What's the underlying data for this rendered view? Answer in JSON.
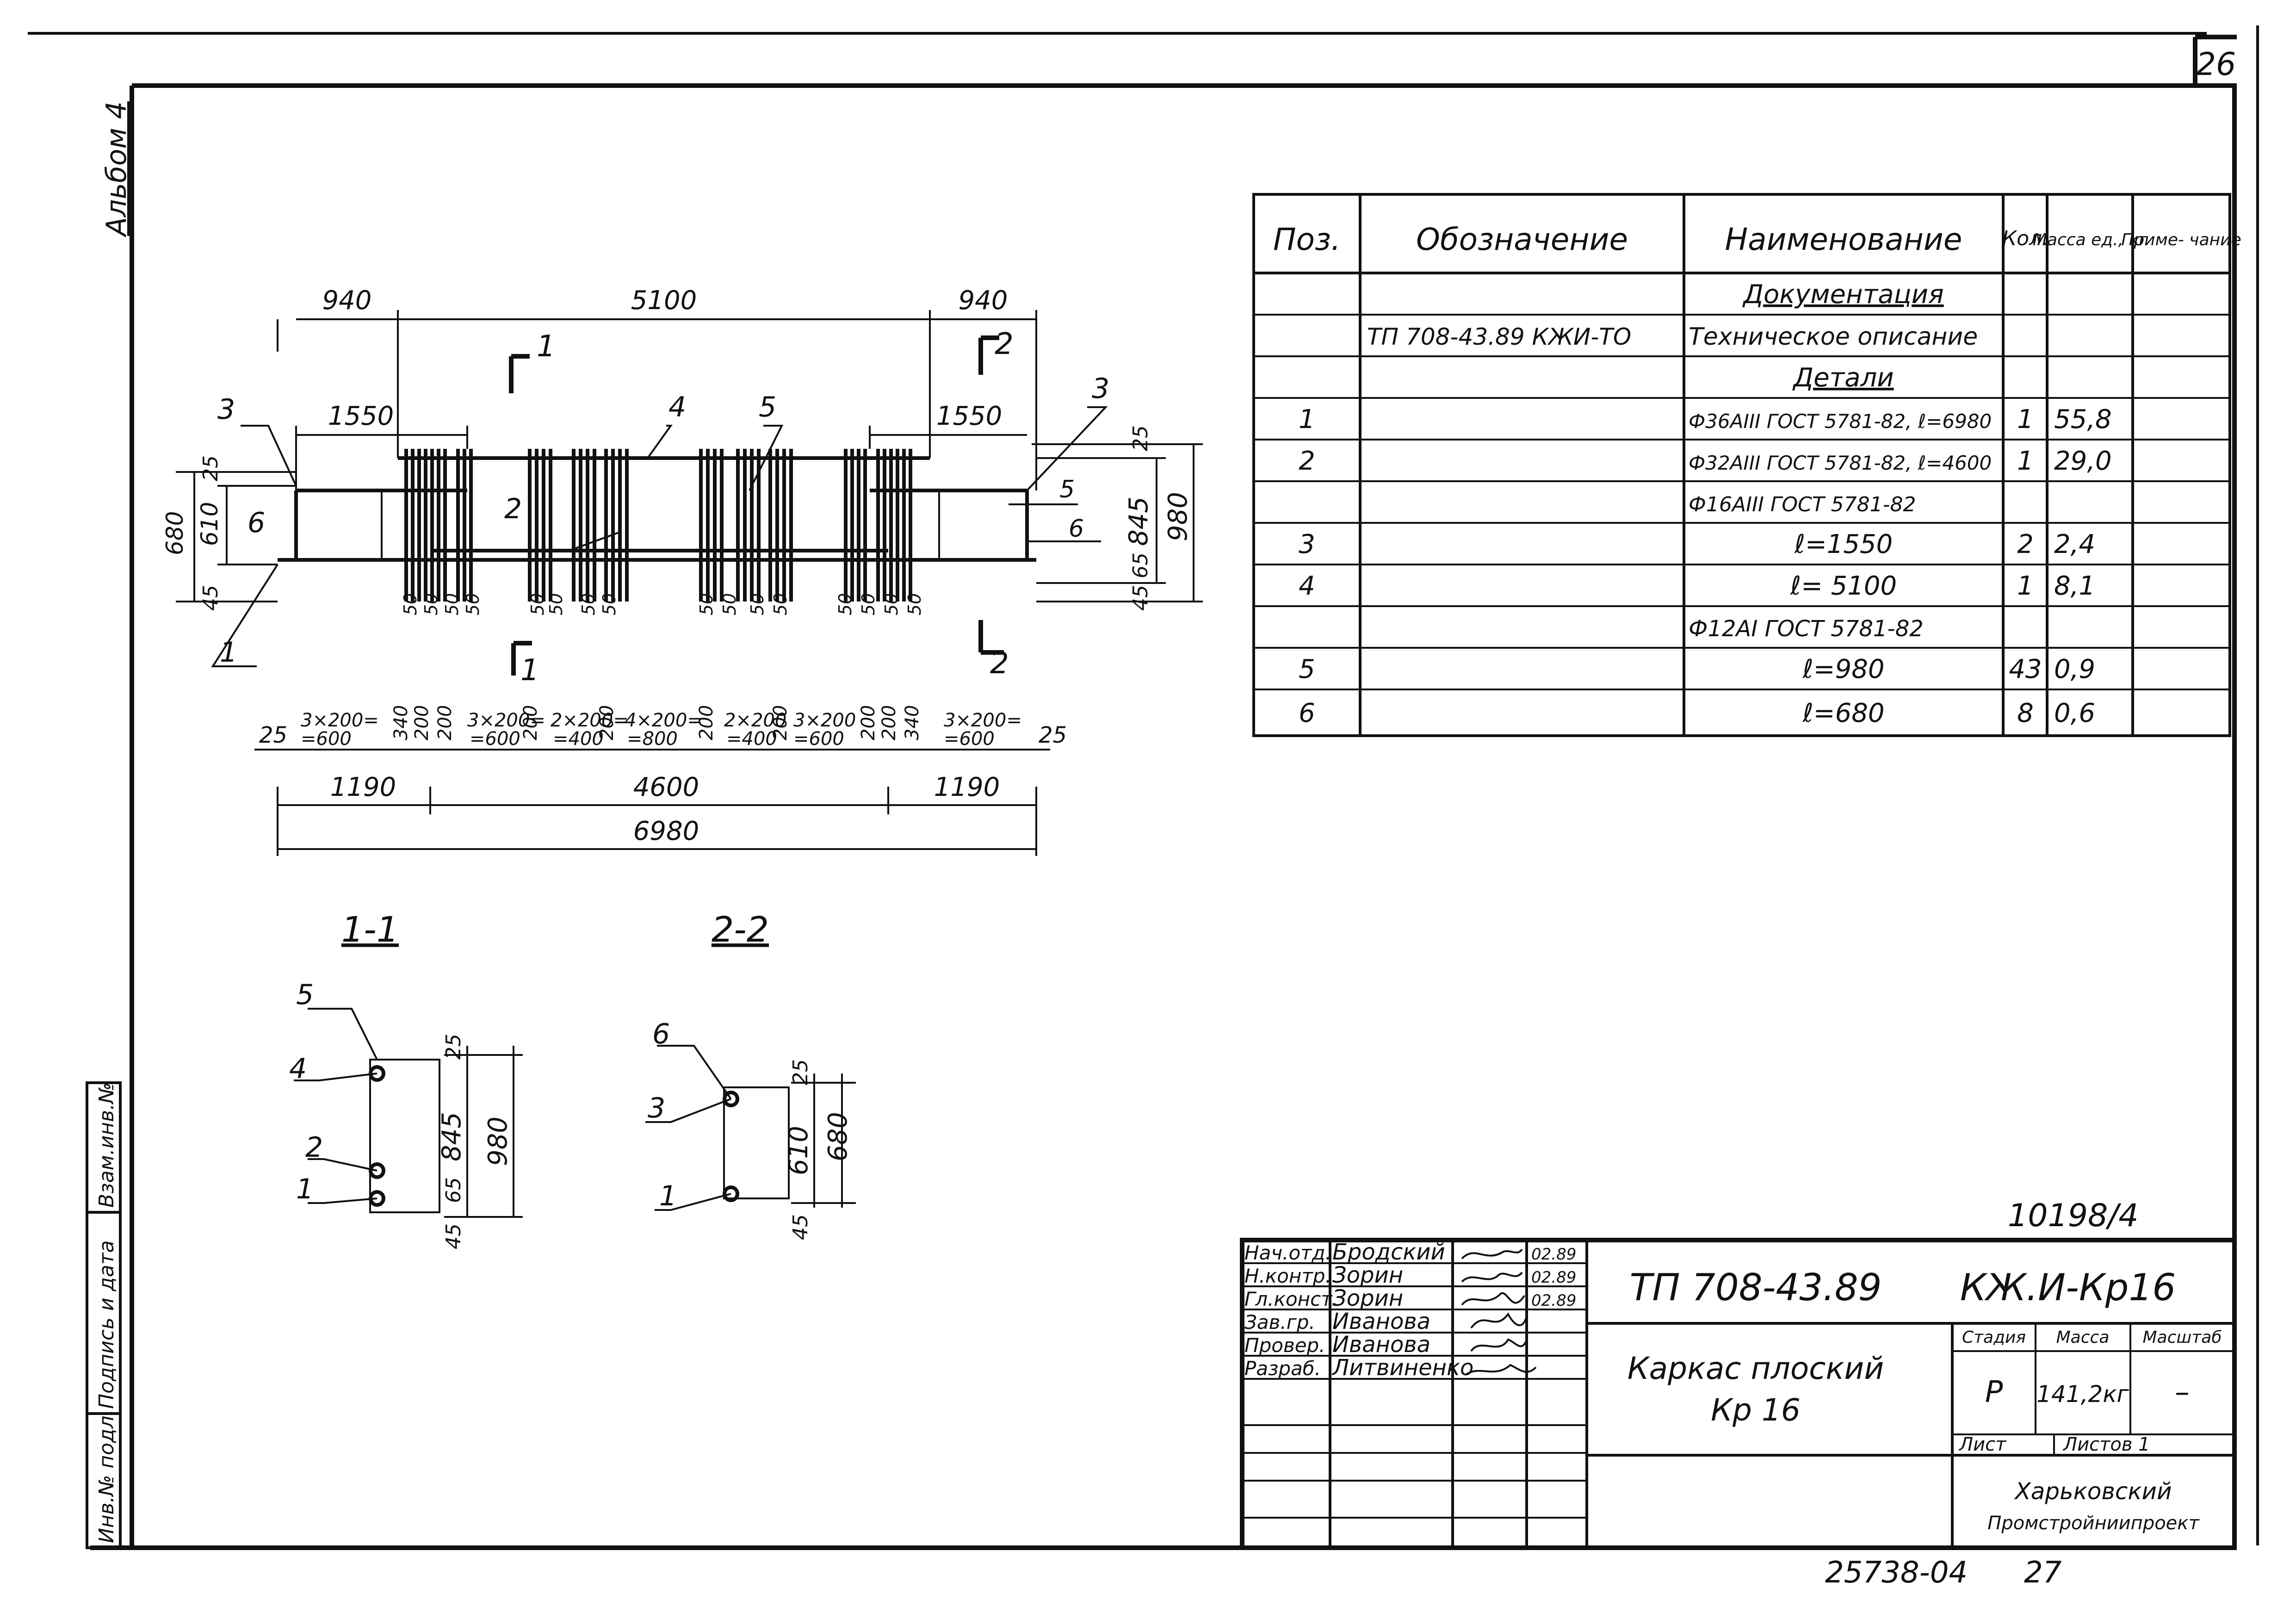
{
  "sheet": {
    "page_number": "26",
    "album_label": "Альбом 4",
    "bottom_code": "25738-04",
    "bottom_page": "27",
    "order_number": "10198/4"
  },
  "side_stamp": {
    "cells": [
      "Взам.инв.№",
      "Подпись и дата",
      "Инв.№ подл."
    ]
  },
  "elevation": {
    "dims_top": [
      "940",
      "5100",
      "940"
    ],
    "dims_second": [
      "1550",
      "1550"
    ],
    "dims_left": [
      "680",
      "610",
      "25",
      "45"
    ],
    "dims_right": [
      "980",
      "845",
      "25",
      "65",
      "45"
    ],
    "markers": [
      "1",
      "2",
      "3",
      "4",
      "5",
      "6"
    ],
    "section_marks": [
      "1",
      "1",
      "2",
      "2"
    ],
    "spacing_labels": [
      "25",
      "3×200=",
      "=600",
      "340",
      "200",
      "200",
      "3×200=",
      "=600",
      "200",
      "2×200=",
      "=400",
      "200",
      "4×200=",
      "=800",
      "200",
      "2×200",
      "=400",
      "200",
      "3×200",
      "=600",
      "200",
      "200",
      "340",
      "3×200=",
      "=600",
      "25"
    ],
    "fifty_labels": [
      "50",
      "50",
      "50",
      "50",
      "50",
      "50",
      "50",
      "50",
      "50",
      "50",
      "50",
      "50",
      "50",
      "50",
      "50",
      "50"
    ],
    "dims_bottom": [
      "1190",
      "4600",
      "1190"
    ],
    "total_length": "6980"
  },
  "section_1_1": {
    "title": "1-1",
    "callouts": [
      "5",
      "4",
      "2",
      "1"
    ],
    "dims": [
      "25",
      "845",
      "980",
      "65",
      "45"
    ]
  },
  "section_2_2": {
    "title": "2-2",
    "callouts": [
      "6",
      "3",
      "1"
    ],
    "dims": [
      "25",
      "610",
      "680",
      "45"
    ]
  },
  "spec": {
    "headers": [
      "Поз.",
      "Обозначение",
      "Наименование",
      "Кол.",
      "Масса ед., кг",
      "Приме- чание"
    ],
    "rows": [
      {
        "pos": "",
        "designation": "",
        "name": "Документация",
        "qty": "",
        "mass": "",
        "note": ""
      },
      {
        "pos": "",
        "designation": "ТП 708-43.89   КЖИ-ТО",
        "name": "Техническое описание",
        "qty": "",
        "mass": "",
        "note": ""
      },
      {
        "pos": "",
        "designation": "",
        "name": "Детали",
        "qty": "",
        "mass": "",
        "note": ""
      },
      {
        "pos": "1",
        "designation": "",
        "name": "Ф36АIII ГОСТ 5781-82, ℓ=6980",
        "qty": "1",
        "mass": "55,8",
        "note": ""
      },
      {
        "pos": "2",
        "designation": "",
        "name": "Ф32АIII ГОСТ 5781-82, ℓ=4600",
        "qty": "1",
        "mass": "29,0",
        "note": ""
      },
      {
        "pos": "",
        "designation": "",
        "name": "Ф16АIII ГОСТ 5781-82",
        "qty": "",
        "mass": "",
        "note": ""
      },
      {
        "pos": "3",
        "designation": "",
        "name": "ℓ=1550",
        "qty": "2",
        "mass": "2,4",
        "note": ""
      },
      {
        "pos": "4",
        "designation": "",
        "name": "ℓ= 5100",
        "qty": "1",
        "mass": "8,1",
        "note": ""
      },
      {
        "pos": "",
        "designation": "",
        "name": "Ф12АI ГОСТ 5781-82",
        "qty": "",
        "mass": "",
        "note": ""
      },
      {
        "pos": "5",
        "designation": "",
        "name": "ℓ=980",
        "qty": "43",
        "mass": "0,9",
        "note": ""
      },
      {
        "pos": "6",
        "designation": "",
        "name": "ℓ=680",
        "qty": "8",
        "mass": "0,6",
        "note": ""
      }
    ]
  },
  "title_block": {
    "signers": [
      {
        "role": "Нач.отд.",
        "name": "Бродский",
        "date": "02.89"
      },
      {
        "role": "Н.контр.",
        "name": "Зорин",
        "date": "02.89"
      },
      {
        "role": "Гл.конст.",
        "name": "Зорин",
        "date": "02.89"
      },
      {
        "role": "Зав.гр.",
        "name": "Иванова",
        "date": ""
      },
      {
        "role": "Провер.",
        "name": "Иванова",
        "date": ""
      },
      {
        "role": "Разраб.",
        "name": "Литвиненко",
        "date": ""
      }
    ],
    "project_code": "ТП 708-43.89",
    "doc_code": "КЖ.И-Кр16",
    "item_name_1": "Каркас плоский",
    "item_name_2": "Кр 16",
    "stage_label": "Стадия",
    "mass_label": "Масса",
    "scale_label": "Масштаб",
    "stage_value": "Р",
    "mass_value": "141,2кг",
    "scale_value": "–",
    "sheet_label": "Лист",
    "sheets_label": "Листов 1",
    "org_1": "Харьковский",
    "org_2": "Промстройниипроект"
  }
}
